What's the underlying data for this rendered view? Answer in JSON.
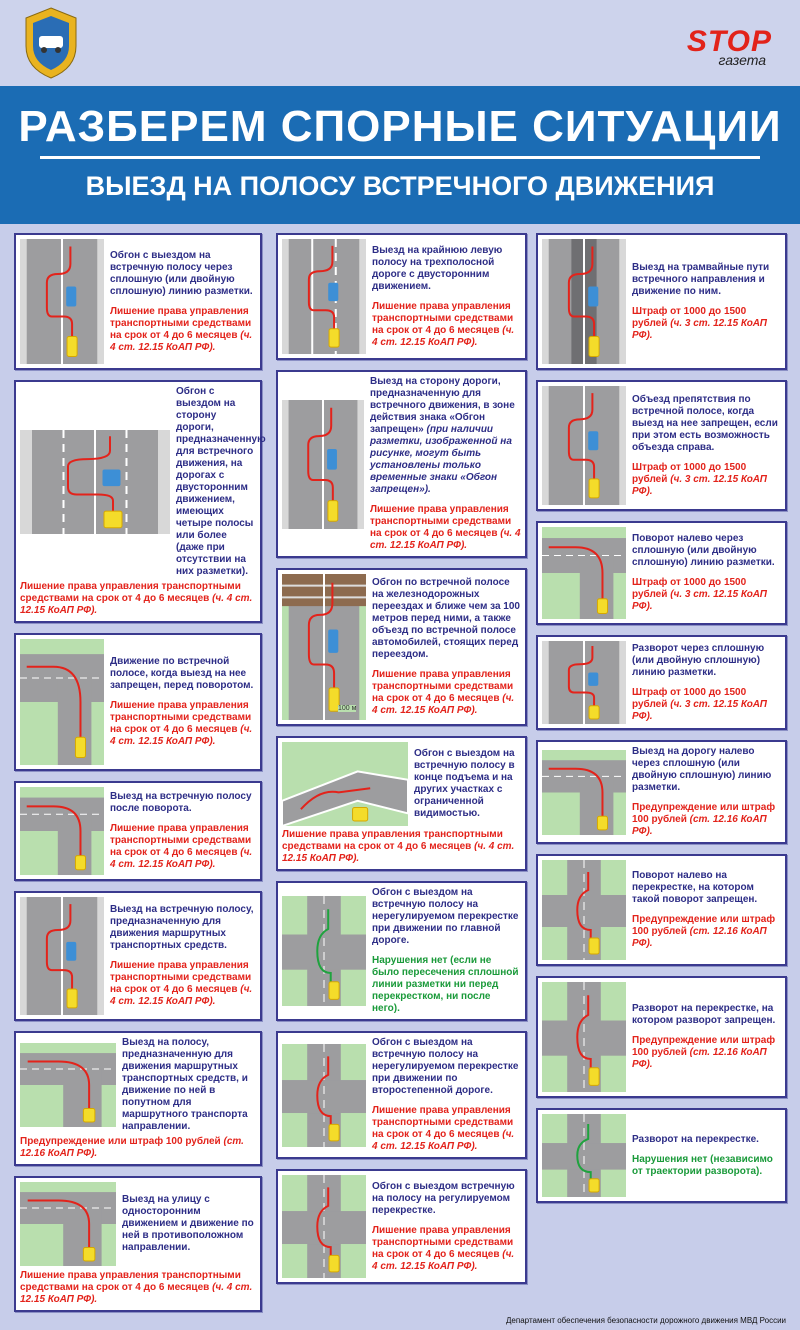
{
  "header": {
    "brand_stop": "STOP",
    "brand_gazeta": "газета",
    "title": "РАЗБЕРЕМ СПОРНЫЕ СИТУАЦИИ",
    "subtitle": "ВЫЕЗД НА ПОЛОСУ ВСТРЕЧНОГО ДВИЖЕНИЯ"
  },
  "colors": {
    "band": "#1b6cb4",
    "background": "#c7cdea",
    "card_border": "#3b3a8f",
    "penalty": "#e3231b",
    "no_violation": "#1a9a3a",
    "text": "#2d2d86"
  },
  "cards": [
    {
      "desc": "Обгон с выездом на встречную полосу через сплошную (или двойную сплошную) линию разметки.",
      "penalty": "Лишение права управления транспортными средствами на срок от 4 до 6 месяцев",
      "law": "(ч. 4 ст. 12.15 КоАП РФ).",
      "icon": "road-overtake-diagram"
    },
    {
      "desc": "Обгон с выездом на сторону дороги, предназначенную для встречного движения, на дорогах с двусторонним движением, имеющих четыре полосы или более (даже при отсутствии на них разметки).",
      "penalty": "Лишение права управления транспортными средствами на срок от 4 до 6 месяцев",
      "law": "(ч. 4 ст. 12.15 КоАП РФ).",
      "icon": "four-lane-road-diagram"
    },
    {
      "desc": "Движение по встречной полосе, когда выезд на нее запрещен, перед поворотом.",
      "penalty": "Лишение права управления транспортными средствами на срок от 4 до 6 месяцев",
      "law": "(ч. 4 ст. 12.15 КоАП РФ).",
      "icon": "turn-road-diagram"
    },
    {
      "desc": "Выезд на встречную полосу после поворота.",
      "penalty": "Лишение права управления транспортными средствами на срок от 4 до 6 месяцев",
      "law": "(ч. 4 ст. 12.15 КоАП РФ).",
      "icon": "after-turn-diagram"
    },
    {
      "desc": "Выезд на встречную полосу, предназначенную для движения маршрутных транспортных средств.",
      "penalty": "Лишение права управления транспортными средствами на срок от 4 до 6 месяцев",
      "law": "(ч. 4 ст. 12.15 КоАП РФ).",
      "icon": "bus-lane-diagram"
    },
    {
      "desc": "Выезд на полосу, предназначенную для движения маршрутных транспортных средств, и движение по ней в попутном для маршрутного транспорта направлении.",
      "penalty": "Предупреждение или штраф 100 рублей",
      "law": "(ст. 12.16 КоАП РФ).",
      "icon": "bus-lane-junction-diagram"
    },
    {
      "desc": "Выезд на улицу с односторонним движением и движение по ней в противоположном направлении.",
      "penalty": "Лишение права управления транспортными средствами на срок от 4 до 6 месяцев",
      "law": "(ч. 4 ст. 12.15 КоАП РФ).",
      "icon": "one-way-street-diagram"
    },
    {
      "desc": "Выезд на крайнюю левую полосу на трехполосной дороге с двусторонним движением.",
      "penalty": "Лишение права управления транспортными средствами на срок от 4 до 6 месяцев",
      "law": "(ч. 4 ст. 12.15 КоАП РФ).",
      "icon": "three-lane-road-diagram"
    },
    {
      "desc": "Выезд на сторону дороги, предназначенную для встречного движения, в зоне действия знака «Обгон запрещен»",
      "desc_note": "(при наличии разметки, изображенной на рисунке, могут быть установлены только временные знаки «Обгон запрещен»).",
      "penalty": "Лишение права управления транспортными средствами на срок от 4 до 6 месяцев",
      "law": "(ч. 4 ст. 12.15 КоАП РФ).",
      "icon": "no-overtaking-zone-diagram"
    },
    {
      "desc": "Обгон по встречной полосе на железнодорожных переездах и ближе чем за 100 метров перед ними, а также объезд по встречной полосе автомобилей, стоящих перед переездом.",
      "penalty": "Лишение права управления транспортными средствами на срок от 4 до 6 месяцев",
      "law": "(ч. 4 ст. 12.15 КоАП РФ).",
      "distance_label": "100 м",
      "icon": "railway-crossing-diagram"
    },
    {
      "desc": "Обгон с выездом на встречную полосу в конце подъема и на других участках с ограниченной видимостью.",
      "penalty": "Лишение права управления транспортными средствами на срок от 4 до 6 месяцев",
      "law": "(ч. 4 ст. 12.15 КоАП РФ).",
      "icon": "hill-curve-diagram"
    },
    {
      "desc": "Обгон с выездом на встречную полосу на нерегулируемом перекрестке при движении по главной дороге.",
      "penalty": "Нарушения нет (если не было пересечения сплошной линии разметки ни перед перекрестком, ни после него).",
      "law": "",
      "green": true,
      "icon": "main-road-intersection-diagram"
    },
    {
      "desc": "Обгон с выездом на встречную полосу на нерегулируемом перекрестке при движении по второстепенной дороге.",
      "penalty": "Лишение права управления транспортными средствами на срок от 4 до 6 месяцев",
      "law": "(ч. 4 ст. 12.15 КоАП РФ).",
      "icon": "secondary-road-intersection-diagram"
    },
    {
      "desc": "Обгон с выездом встречную на полосу на регулируемом перекрестке.",
      "penalty": "Лишение права управления транспортными средствами на срок от 4 до 6 месяцев",
      "law": "(ч. 4 ст. 12.15 КоАП РФ).",
      "icon": "signal-intersection-diagram"
    },
    {
      "desc": "Выезд на трамвайные пути встречного направления и движение по ним.",
      "penalty": "Штраф от 1000 до 1500 рублей",
      "law": "(ч. 3 ст. 12.15 КоАП РФ).",
      "icon": "tram-tracks-diagram"
    },
    {
      "desc": "Объезд препятствия по встречной полосе, когда выезд на нее запрещен, если при этом есть возможность объезда справа.",
      "penalty": "Штраф от 1000 до 1500 рублей",
      "law": "(ч. 3 ст. 12.15 КоАП РФ).",
      "icon": "obstacle-bypass-diagram"
    },
    {
      "desc": "Поворот налево через сплошную (или двойную сплошную) линию разметки.",
      "penalty": "Штраф от 1000 до 1500 рублей",
      "law": "(ч. 3 ст. 12.15 КоАП РФ).",
      "icon": "left-turn-solid-line-diagram"
    },
    {
      "desc": "Разворот через сплошную (или двойную сплошную) линию разметки.",
      "penalty": "Штраф от 1000 до 1500 рублей",
      "law": "(ч. 3 ст. 12.15 КоАП РФ).",
      "icon": "u-turn-solid-line-diagram"
    },
    {
      "desc": "Выезд на дорогу налево через сплошную (или двойную сплошную) линию разметки.",
      "penalty": "Предупреждение или штраф 100 рублей",
      "law": "(ст. 12.16 КоАП РФ).",
      "icon": "left-exit-diagram"
    },
    {
      "desc": "Поворот налево на перекрестке, на котором такой поворот запрещен.",
      "penalty": "Предупреждение или штраф 100 рублей",
      "law": "(ст. 12.16 КоАП РФ).",
      "icon": "no-left-turn-intersection-diagram"
    },
    {
      "desc": "Разворот на перекрестке, на котором разворот запрещен.",
      "penalty": "Предупреждение или штраф 100 рублей",
      "law": "(ст. 12.16 КоАП РФ).",
      "icon": "no-u-turn-intersection-diagram"
    },
    {
      "desc": "Разворот на перекрестке.",
      "penalty": "Нарушения нет (независимо от траектории разворота).",
      "law": "",
      "green": true,
      "icon": "u-turn-intersection-diagram"
    }
  ],
  "footer": "Департамент обеспечения безопасности дорожного движения МВД России"
}
